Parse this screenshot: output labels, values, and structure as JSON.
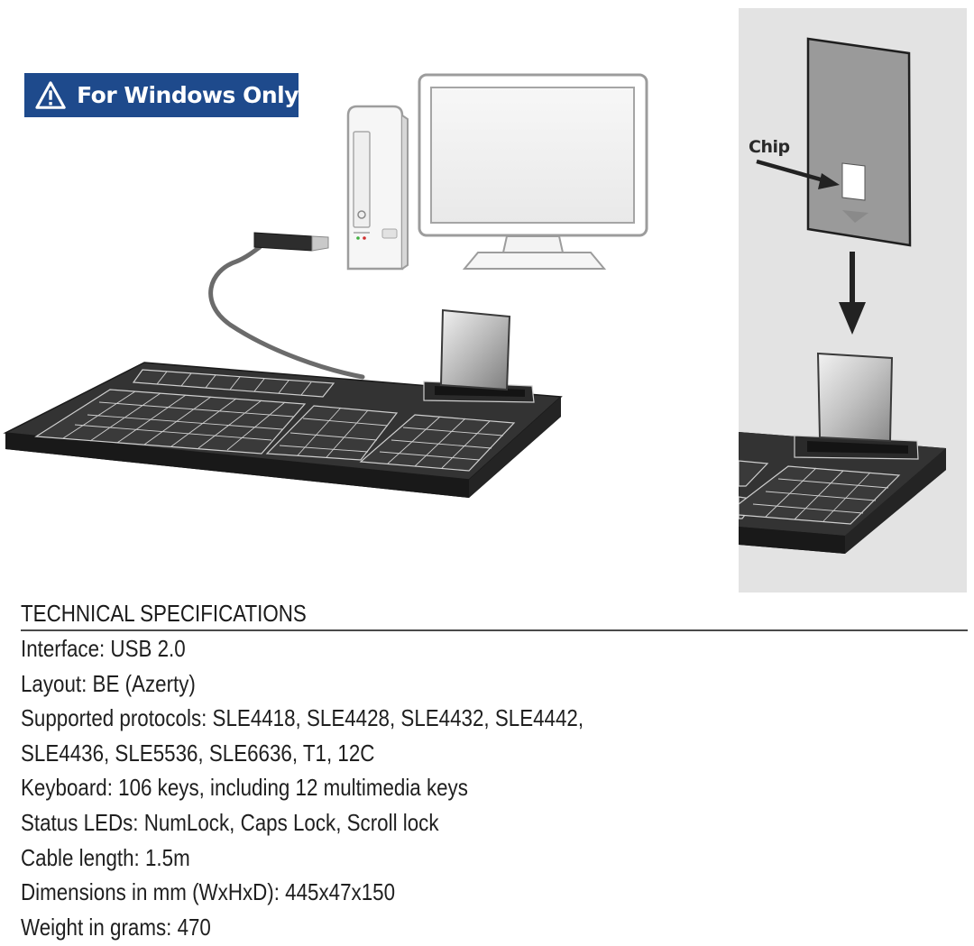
{
  "badge": {
    "text": "For Windows Only",
    "icon": "warning-triangle-icon",
    "background_color": "#1e4a8c",
    "text_color": "#ffffff"
  },
  "illustration": {
    "side_panel": {
      "chip_label": "Chip"
    },
    "colors": {
      "keyboard": "#2b2b2b",
      "key_outline": "#c9c9c9",
      "side_panel_bg": "#e3e3e3",
      "card": "#9a9a9a"
    }
  },
  "specs": {
    "title": "TECHNICAL SPECIFICATIONS",
    "lines": [
      "Interface: USB 2.0",
      "Layout: BE (Azerty)",
      "Supported protocols: SLE4418, SLE4428, SLE4432, SLE4442,",
      "SLE4436, SLE5536, SLE6636, T1, 12C",
      "Keyboard: 106 keys, including 12 multimedia keys",
      "Status LEDs: NumLock, Caps Lock, Scroll lock",
      "Cable length: 1.5m",
      "Dimensions in mm (WxHxD): 445x47x150",
      "Weight in grams: 470"
    ]
  }
}
